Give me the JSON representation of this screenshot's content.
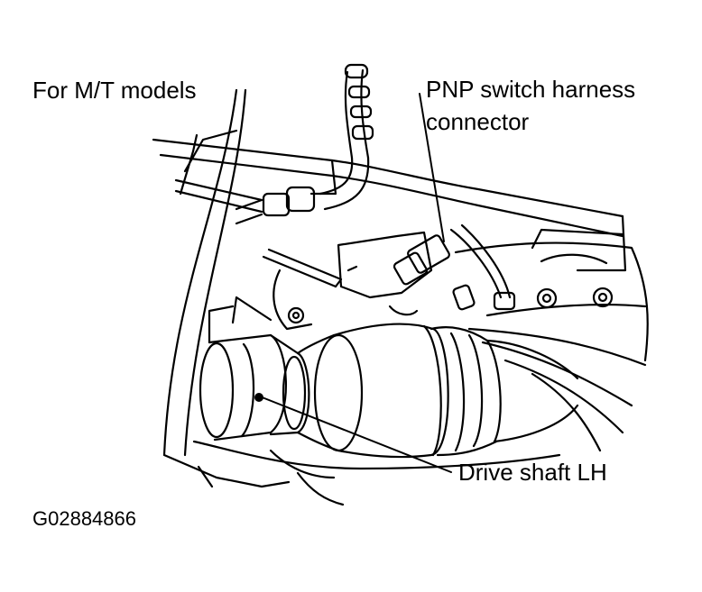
{
  "labels": {
    "mt_models": "For M/T models",
    "pnp_line1": "PNP switch harness",
    "pnp_line2": "connector",
    "drive_shaft": "Drive shaft LH"
  },
  "figure_id": "G02884866",
  "colors": {
    "ink": "#000000",
    "paper": "#ffffff"
  }
}
